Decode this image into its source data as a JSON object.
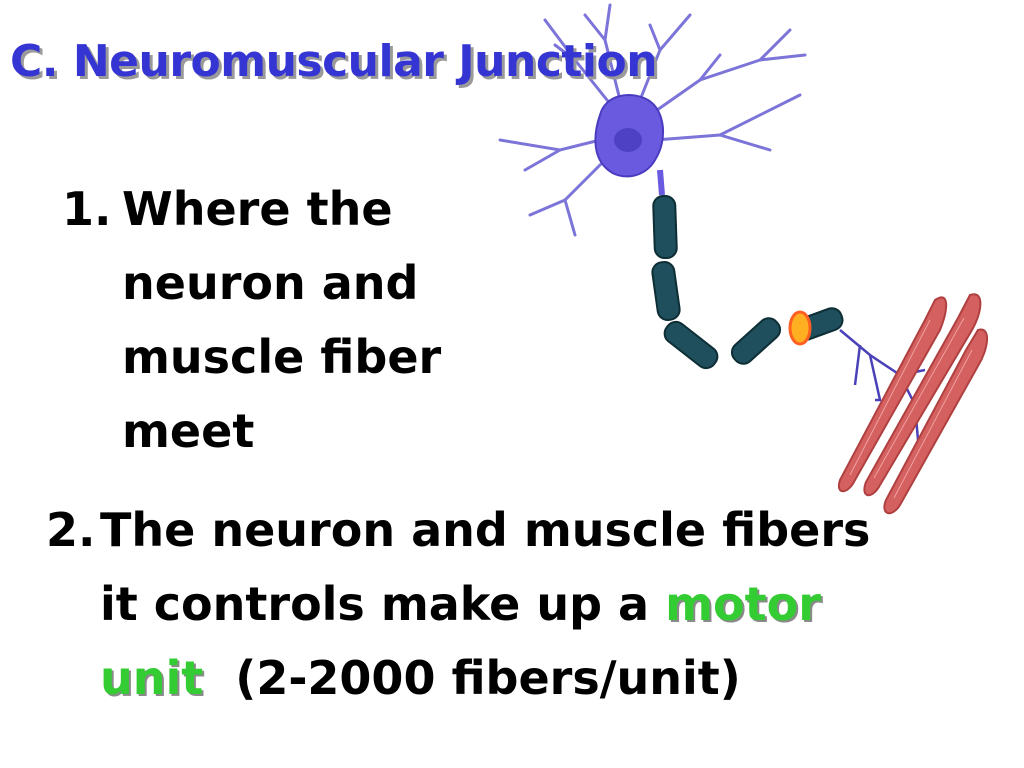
{
  "title": "C.  Neuromuscular Junction",
  "point1": {
    "number": "1.",
    "lines": [
      "Where the",
      "neuron and",
      "muscle fiber",
      "meet"
    ]
  },
  "point2": {
    "number": "2.",
    "line1": "The neuron and muscle fibers",
    "line2_pre": "it controls make up a ",
    "highlight_1": "motor",
    "highlight_2": "unit",
    "line3_post": "  (2-2000 fibers/unit)"
  },
  "colors": {
    "title": "#3535d4",
    "highlight": "#33cc33",
    "neuron": "#6a5ae0",
    "myelin": "#1f4f5c",
    "muscle": "#d46060"
  }
}
